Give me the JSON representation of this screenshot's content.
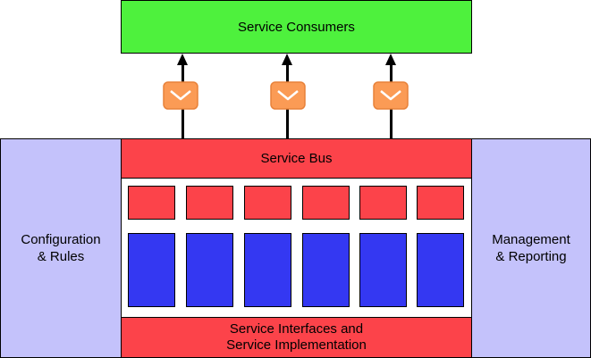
{
  "consumers": {
    "label": "Service Consumers"
  },
  "service_bus": {
    "label": "Service Bus"
  },
  "left_panel": {
    "line1": "Configuration",
    "line2": "& Rules"
  },
  "right_panel": {
    "line1": "Management",
    "line2": "& Reporting"
  },
  "implementation": {
    "line1": "Service Interfaces and",
    "line2": "Service Implementation"
  },
  "message_icon": "envelope-icon",
  "colors": {
    "consumers": "#4ef13d",
    "bus_red": "#fc434a",
    "panel_lavender": "#c4c2fb",
    "service_blue": "#3438f2",
    "message_orange": "#fb9b55"
  }
}
